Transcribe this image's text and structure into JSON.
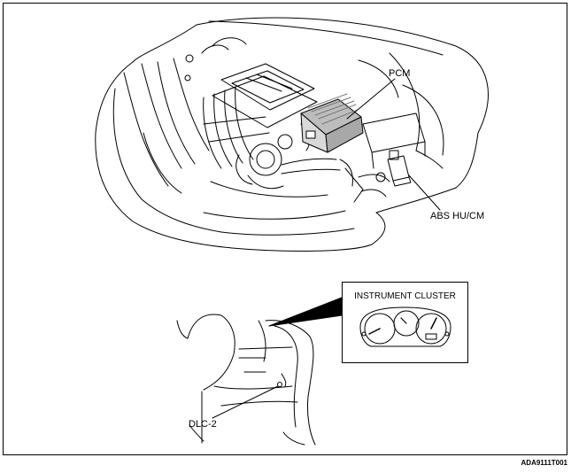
{
  "labels": {
    "pcm": "PCM",
    "abs": "ABS HU/CM",
    "instrument_cluster": "INSTRUMENT CLUSTER",
    "dlc": "DLC-2",
    "figure_code": "ADA9111T001"
  },
  "colors": {
    "line": "#000000",
    "background": "#ffffff",
    "pcm_fill": "#bdbdbd"
  }
}
